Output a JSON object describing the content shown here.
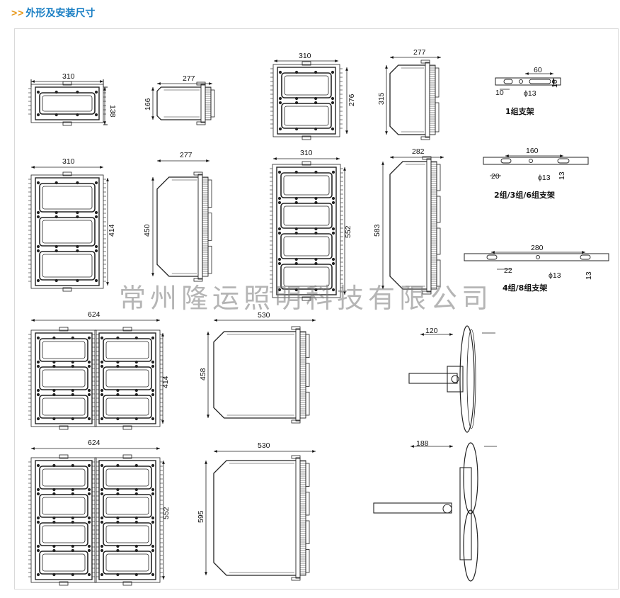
{
  "header": {
    "arrows": ">>",
    "title": "外形及安装尺寸"
  },
  "watermark": "常州隆运照明科技有限公司",
  "lamps": [
    {
      "id": "A",
      "front_width": "310",
      "front_height": "138",
      "side_depth": "277",
      "side_height": "166"
    },
    {
      "id": "B",
      "front_width": "310",
      "front_height": "276",
      "side_depth": "277",
      "side_height": "315"
    },
    {
      "id": "C",
      "front_width": "310",
      "front_height": "414",
      "side_depth": "277",
      "side_height": "450"
    },
    {
      "id": "D",
      "front_width": "310",
      "front_height": "552",
      "side_depth": "282",
      "side_height": "583"
    },
    {
      "id": "E",
      "front_width": "624",
      "front_height": "414",
      "side_depth": "530",
      "side_height": "458"
    },
    {
      "id": "F",
      "front_width": "624",
      "front_height": "552",
      "side_depth": "530",
      "side_height": "595"
    }
  ],
  "brackets": [
    {
      "label": "1组支架",
      "span": "60",
      "offset": "10",
      "hole": "ϕ13",
      "thick": "10"
    },
    {
      "label": "2组/3组/6组支架",
      "span": "160",
      "offset": "20",
      "hole": "ϕ13",
      "thick": "13"
    },
    {
      "label": "4组/8组支架",
      "span": "280",
      "offset": "22",
      "hole": "ϕ13",
      "thick": "13"
    }
  ],
  "mounts": [
    {
      "arm": "120"
    },
    {
      "arm": "188"
    }
  ]
}
